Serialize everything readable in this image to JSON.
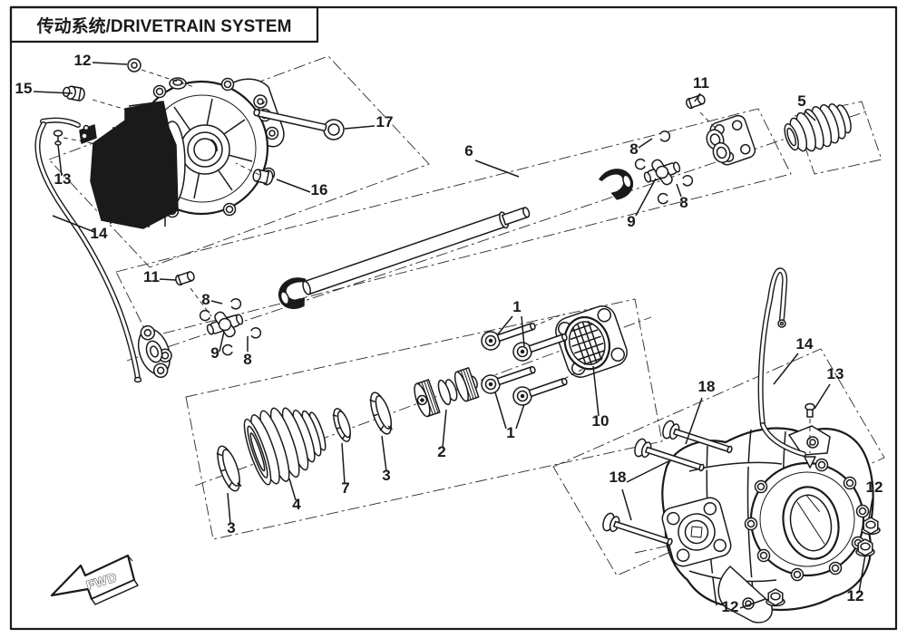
{
  "page": {
    "title": "传动系统/DRIVETRAIN SYSTEM",
    "fwd_label": "FWD"
  },
  "colors": {
    "ink": "#1a1a1a",
    "bg": "#ffffff"
  },
  "callouts": [
    {
      "n": "12"
    },
    {
      "n": "15"
    },
    {
      "n": "17"
    },
    {
      "n": "16"
    },
    {
      "n": "13"
    },
    {
      "n": "14"
    },
    {
      "n": "11"
    },
    {
      "n": "5"
    },
    {
      "n": "6"
    },
    {
      "n": "8"
    },
    {
      "n": "9"
    },
    {
      "n": "8"
    },
    {
      "n": "11"
    },
    {
      "n": "8"
    },
    {
      "n": "9"
    },
    {
      "n": "8"
    },
    {
      "n": "1"
    },
    {
      "n": "1"
    },
    {
      "n": "10"
    },
    {
      "n": "2"
    },
    {
      "n": "3"
    },
    {
      "n": "7"
    },
    {
      "n": "4"
    },
    {
      "n": "3"
    },
    {
      "n": "18"
    },
    {
      "n": "18"
    },
    {
      "n": "13"
    },
    {
      "n": "14"
    },
    {
      "n": "12"
    },
    {
      "n": "12"
    },
    {
      "n": "12"
    }
  ]
}
